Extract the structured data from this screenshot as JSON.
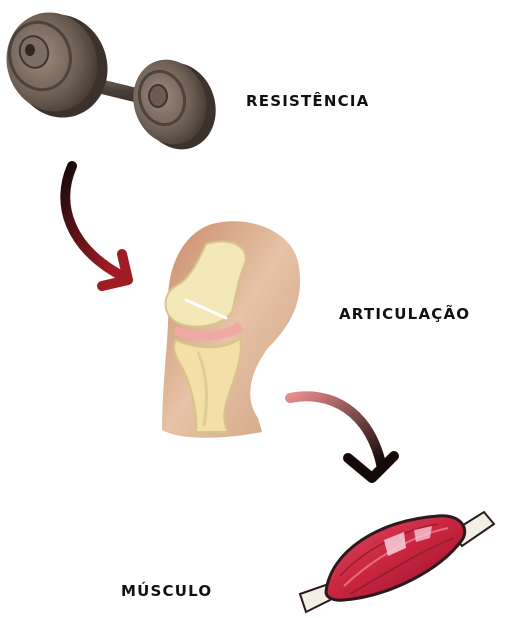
{
  "labels": {
    "resistance": "RESISTÊNCIA",
    "joint": "ARTICULAÇÃO",
    "muscle": "MÚSCULO"
  },
  "icons": {
    "resistance": "dumbbell-icon",
    "joint": "knee-joint-icon",
    "muscle": "muscle-icon",
    "arrows": "curved-arrow-icon"
  },
  "colors": {
    "arrow_dark": "#150a0a",
    "arrow_red": "#a01c24",
    "arrow_pink": "#e88b8b",
    "muscle_red": "#c8243f",
    "bone": "#f4e7b8",
    "skin": "#e2b899",
    "metal": "#6e5f54"
  }
}
